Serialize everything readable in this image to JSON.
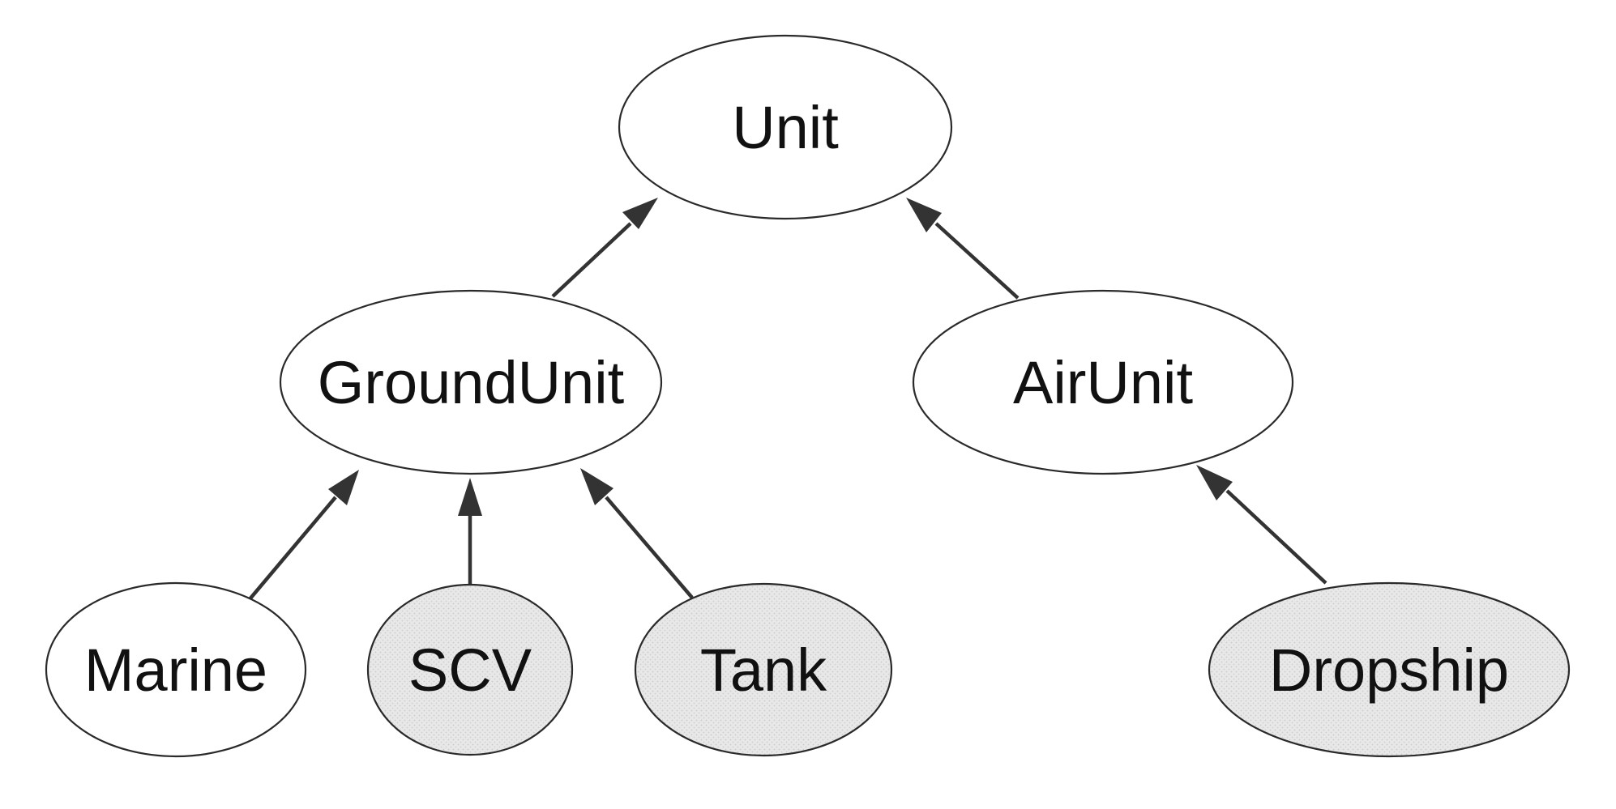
{
  "diagram": {
    "colors": {
      "plain_fill": "#ffffff",
      "shaded_fill": "#e4e4e4"
    },
    "nodes": [
      {
        "id": "unit",
        "label": "Unit",
        "shaded": false
      },
      {
        "id": "groundunit",
        "label": "GroundUnit",
        "shaded": false
      },
      {
        "id": "airunit",
        "label": "AirUnit",
        "shaded": false
      },
      {
        "id": "marine",
        "label": "Marine",
        "shaded": false
      },
      {
        "id": "scv",
        "label": "SCV",
        "shaded": true
      },
      {
        "id": "tank",
        "label": "Tank",
        "shaded": true
      },
      {
        "id": "dropship",
        "label": "Dropship",
        "shaded": true
      }
    ],
    "edges": [
      {
        "from": "groundunit",
        "to": "unit"
      },
      {
        "from": "airunit",
        "to": "unit"
      },
      {
        "from": "marine",
        "to": "groundunit"
      },
      {
        "from": "scv",
        "to": "groundunit"
      },
      {
        "from": "tank",
        "to": "groundunit"
      },
      {
        "from": "dropship",
        "to": "airunit"
      }
    ]
  }
}
